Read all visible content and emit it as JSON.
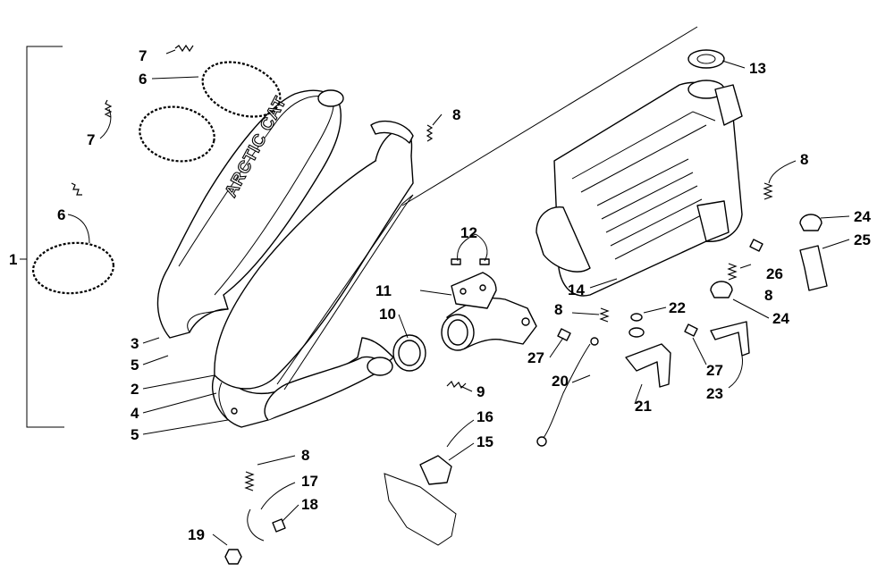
{
  "diagram": {
    "brand_text": "ARCTIC CAT",
    "labels": [
      {
        "id": "l1",
        "text": "1"
      },
      {
        "id": "l2",
        "text": "2"
      },
      {
        "id": "l3",
        "text": "3"
      },
      {
        "id": "l4",
        "text": "4"
      },
      {
        "id": "l5a",
        "text": "5"
      },
      {
        "id": "l5b",
        "text": "5"
      },
      {
        "id": "l6a",
        "text": "6"
      },
      {
        "id": "l6b",
        "text": "6"
      },
      {
        "id": "l7a",
        "text": "7"
      },
      {
        "id": "l7b",
        "text": "7"
      },
      {
        "id": "l8a",
        "text": "8"
      },
      {
        "id": "l8b",
        "text": "8"
      },
      {
        "id": "l8c",
        "text": "8"
      },
      {
        "id": "l8d",
        "text": "8"
      },
      {
        "id": "l8e",
        "text": "8"
      },
      {
        "id": "l9",
        "text": "9"
      },
      {
        "id": "l10",
        "text": "10"
      },
      {
        "id": "l11",
        "text": "11"
      },
      {
        "id": "l12",
        "text": "12"
      },
      {
        "id": "l13",
        "text": "13"
      },
      {
        "id": "l14",
        "text": "14"
      },
      {
        "id": "l15",
        "text": "15"
      },
      {
        "id": "l16",
        "text": "16"
      },
      {
        "id": "l17",
        "text": "17"
      },
      {
        "id": "l18",
        "text": "18"
      },
      {
        "id": "l19",
        "text": "19"
      },
      {
        "id": "l20",
        "text": "20"
      },
      {
        "id": "l21",
        "text": "21"
      },
      {
        "id": "l22",
        "text": "22"
      },
      {
        "id": "l23",
        "text": "23"
      },
      {
        "id": "l24a",
        "text": "24"
      },
      {
        "id": "l24b",
        "text": "24"
      },
      {
        "id": "l25",
        "text": "25"
      },
      {
        "id": "l26",
        "text": "26"
      },
      {
        "id": "l27a",
        "text": "27"
      },
      {
        "id": "l27b",
        "text": "27"
      }
    ]
  }
}
